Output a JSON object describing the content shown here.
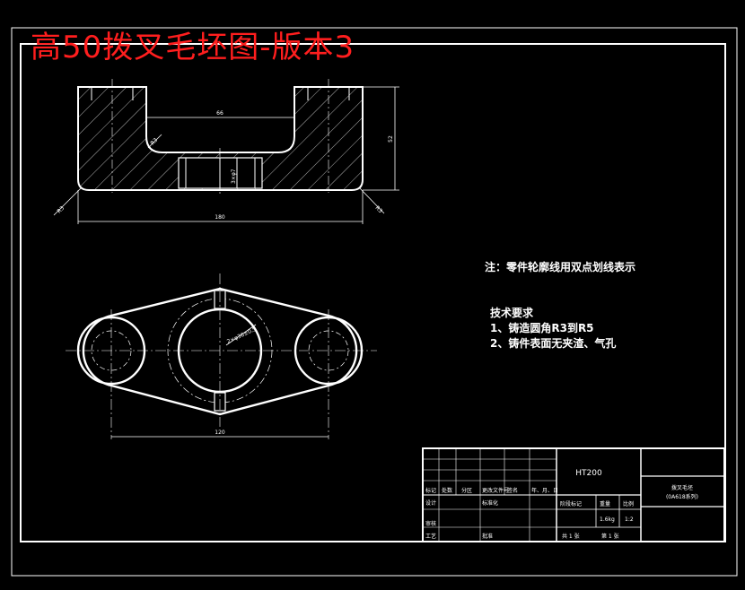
{
  "title": "高50拨叉毛坯图-版本3",
  "colors": {
    "background": "#000000",
    "lines": "#ffffff",
    "title": "#ff1e1e"
  },
  "top_view": {
    "dims": {
      "inner_width": "66",
      "height": "52",
      "overall_width": "180",
      "left_radius": "R3",
      "right_radius": "R3",
      "inner_radius": "R3",
      "hole_label": "3×φ7"
    }
  },
  "bottom_view": {
    "dims": {
      "center_distance": "120",
      "hole_label": "2×φ36±0.5"
    }
  },
  "notes": {
    "note1": "注：零件轮廓线用双点划线表示",
    "tech_title": "技术要求",
    "tech_1": "1、铸造圆角R3到R5",
    "tech_2": "2、铸件表面无夹渣、气孔"
  },
  "title_block": {
    "material": "HT200",
    "part_name_line1": "拨叉毛坯",
    "part_name_line2": "(0A618系列)",
    "row_labels": {
      "mark": "标记",
      "count": "处数",
      "zone": "分区",
      "doc_no": "更改文件号",
      "sign": "签名",
      "date": "年、月、日",
      "design": "设计",
      "standard": "标准化",
      "check": "审核",
      "process": "工艺",
      "approve": "批准",
      "stage_mark": "阶段标记",
      "weight": "重量",
      "scale": "比例",
      "weight_val": "1.6kg",
      "scale_val": "1:2",
      "sheets": "共 1 张",
      "sheet": "第 1 张"
    }
  }
}
